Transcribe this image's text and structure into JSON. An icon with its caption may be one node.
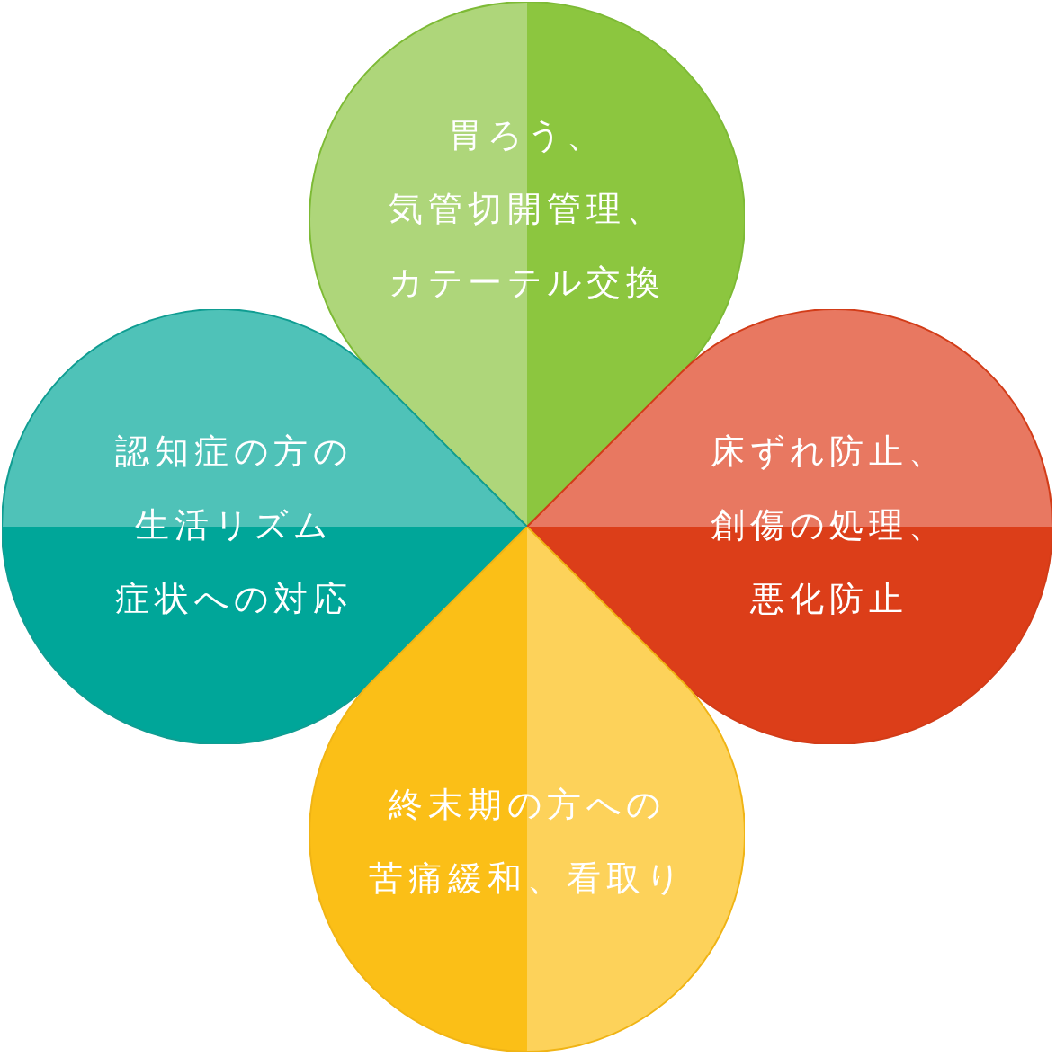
{
  "diagram": {
    "nodes": [
      {
        "text": [
          "胃ろう、気管切開管理、カテーテル交換"
        ]
      },
      {
        "text": [
          "認知症の方の生活リズム症状への対応"
        ]
      },
      {
        "text": [
          "床ずれ防止、創傷の処理、悪化防止"
        ]
      },
      {
        "text": [
          "終末期の方への苦痛緩和、看取り"
        ]
      }
    ]
  }
}
